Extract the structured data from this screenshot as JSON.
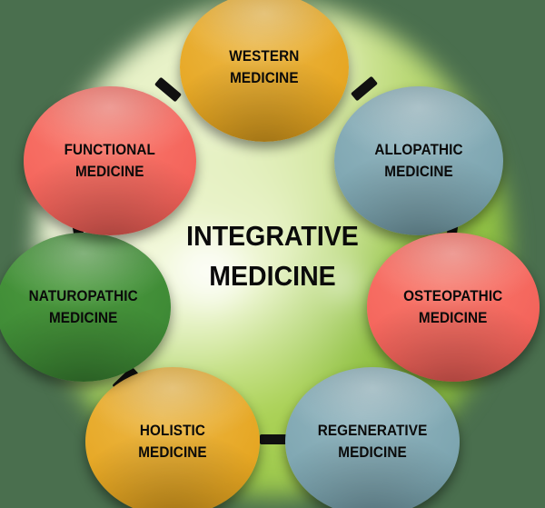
{
  "diagram": {
    "title": "Integrative Medicine wheel diagram",
    "center": {
      "line1": "INTEGRATIVE",
      "line2": "MEDICINE"
    },
    "background_color": "#4a6f4e",
    "nodes": [
      {
        "id": "western-medicine",
        "line1": "WESTERN",
        "line2": "MEDICINE",
        "color": "#e6a724",
        "color_name": "gold"
      },
      {
        "id": "allopathic-medicine",
        "line1": "ALLOPATHIC",
        "line2": "MEDICINE",
        "color": "#7ea6b1",
        "color_name": "steel-blue"
      },
      {
        "id": "osteopathic-medicine",
        "line1": "OSTEOPATHIC",
        "line2": "MEDICINE",
        "color": "#f4655c",
        "color_name": "coral-red"
      },
      {
        "id": "regenerative-medicine",
        "line1": "REGENERATIVE",
        "line2": "MEDICINE",
        "color": "#7ea6b1",
        "color_name": "steel-blue"
      },
      {
        "id": "holistic-medicine",
        "line1": "HOLISTIC",
        "line2": "MEDICINE",
        "color": "#e6a724",
        "color_name": "gold"
      },
      {
        "id": "naturopathic-medicine",
        "line1": "NATUROPATHIC",
        "line2": "MEDICINE",
        "color": "#3f8b36",
        "color_name": "green"
      },
      {
        "id": "functional-medicine",
        "line1": "FUNCTIONAL",
        "line2": "MEDICINE",
        "color": "#f4655c",
        "color_name": "coral-red"
      }
    ]
  }
}
